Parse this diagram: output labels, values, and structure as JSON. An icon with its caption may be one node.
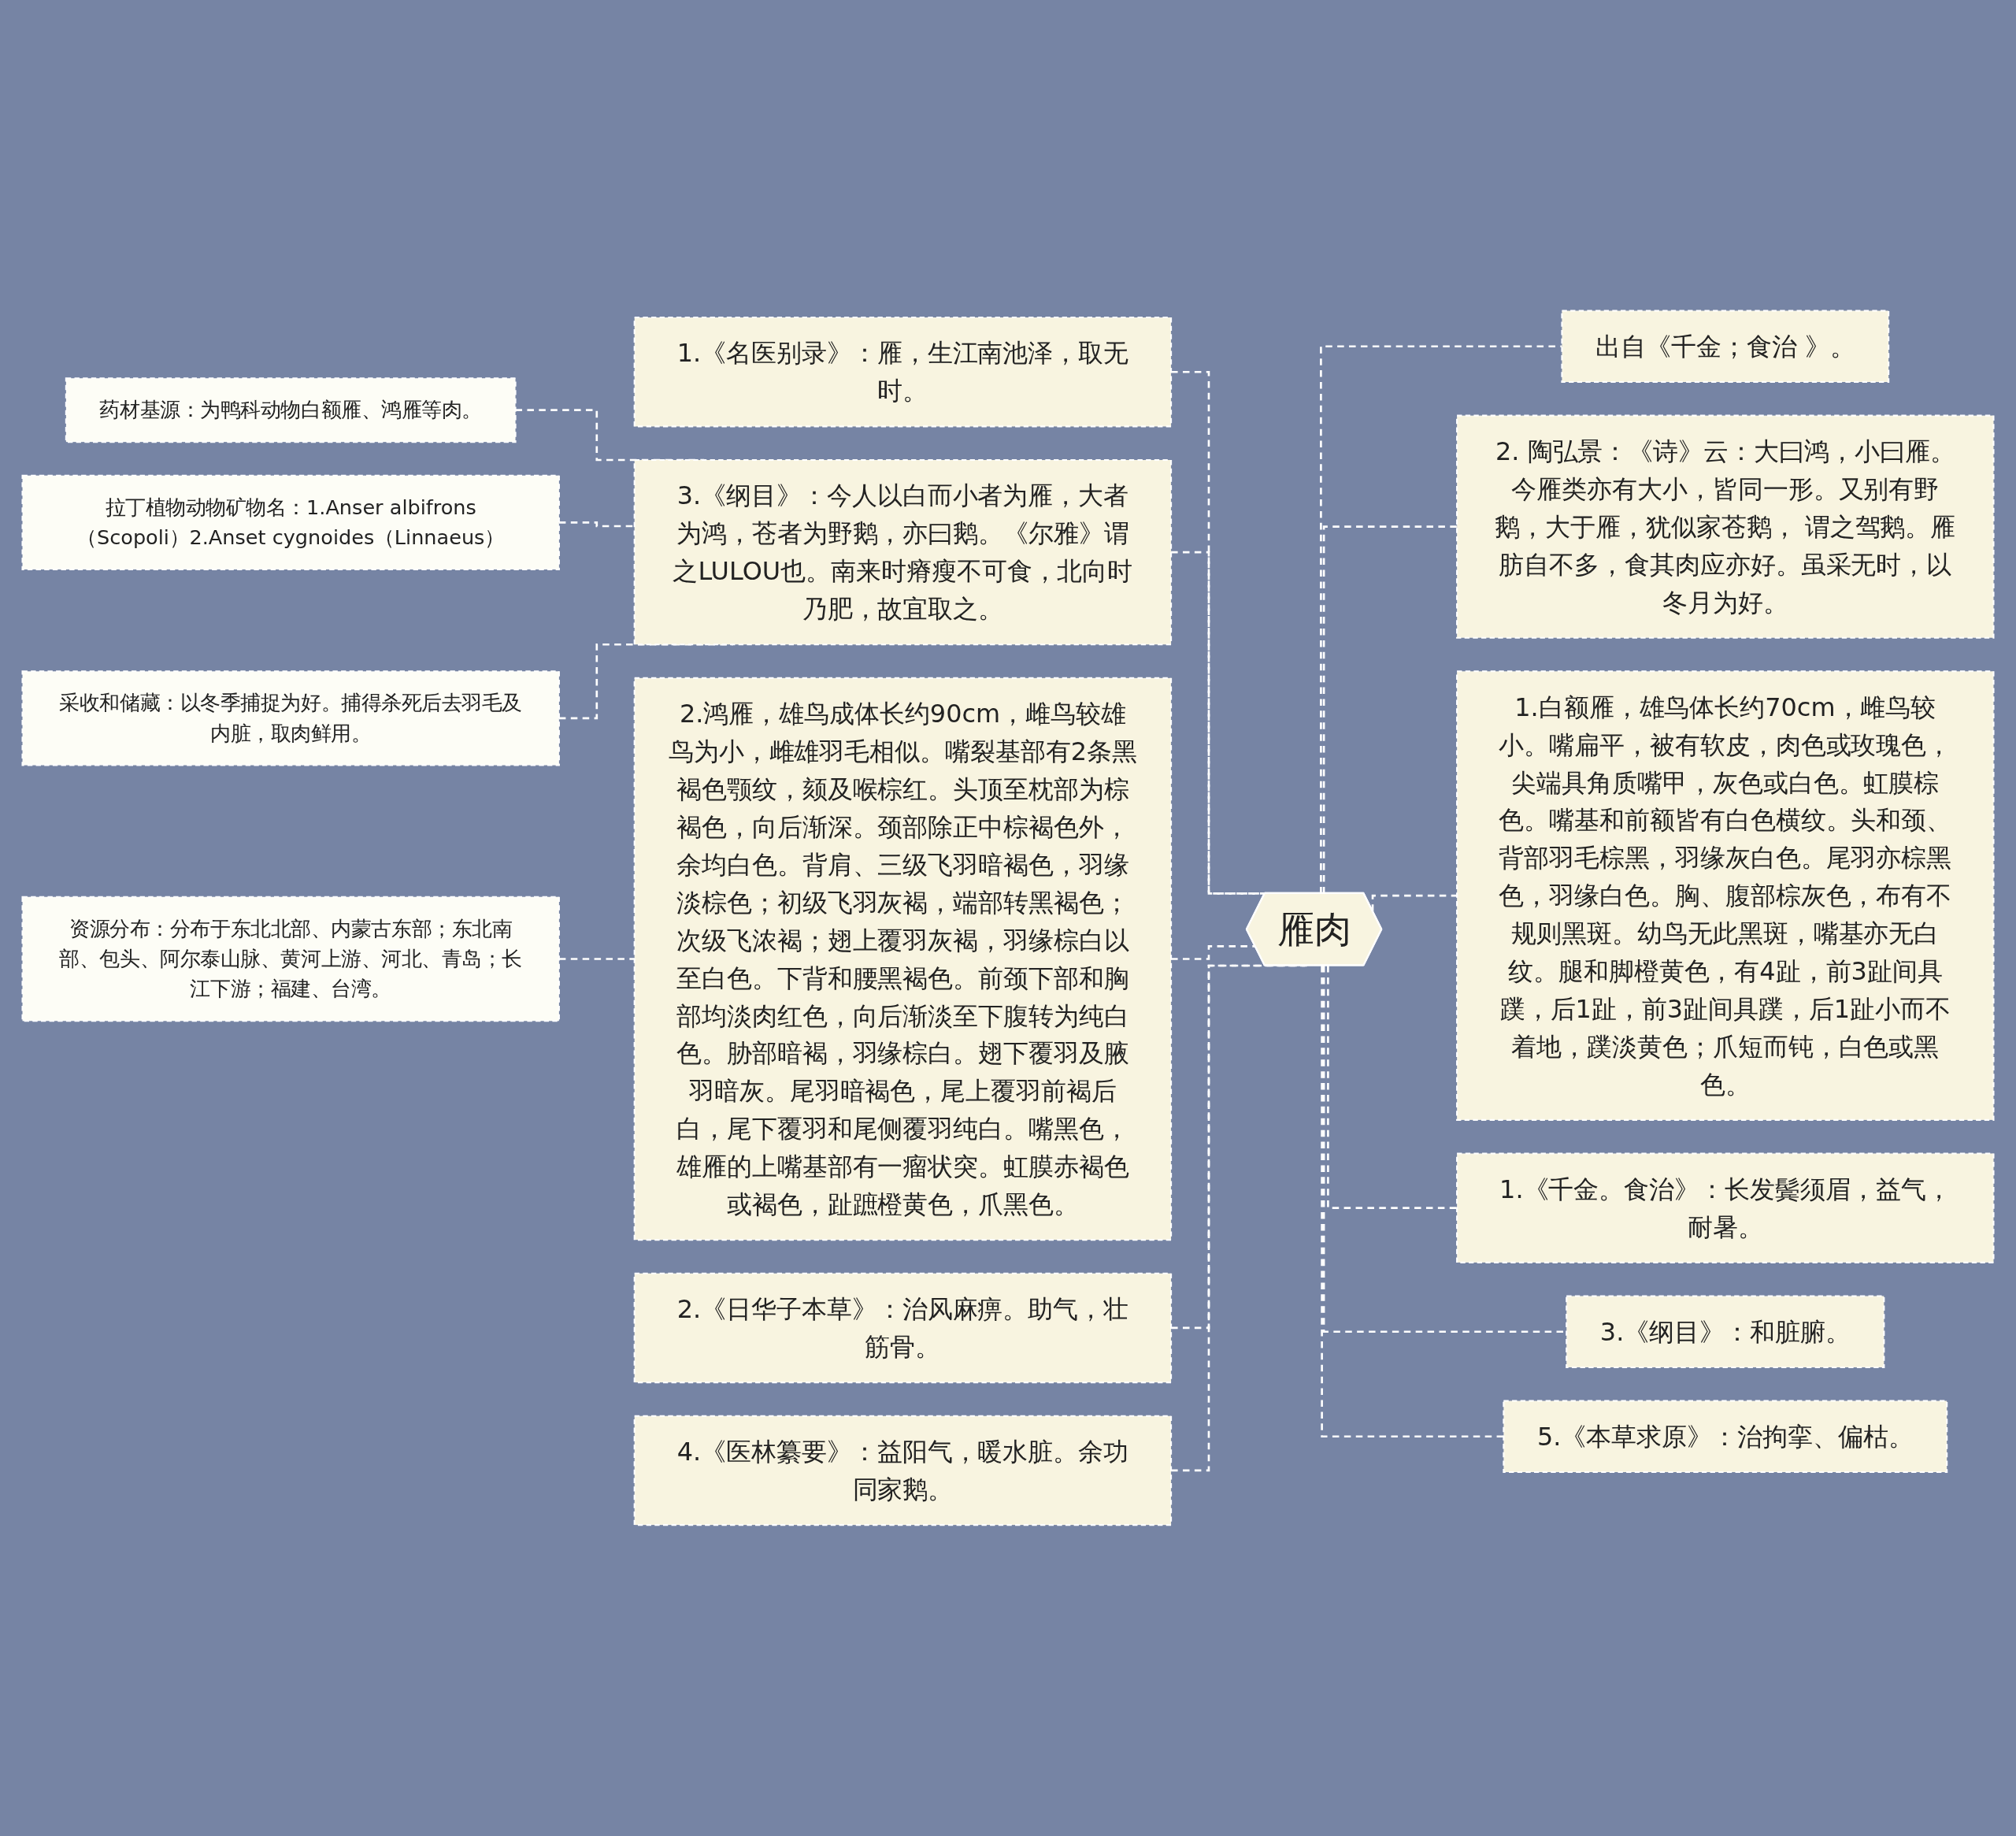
{
  "diagram": {
    "nodes": [
      {
        "text": [
          "雁肉"
        ]
      },
      {
        "text": [
          "1.《名医别录》：雁，生江南池泽，取无时。"
        ]
      },
      {
        "text": [
          "3.《纲目》：今人以白而小者为雁，大者为鸿，苍者为野鹅，亦曰鹅。《尔雅》谓之LULOU也。南来时瘠瘦不可食，北向时乃肥，故宜取之。"
        ]
      },
      {
        "text": [
          "2.鸿雁，雄鸟成体长约90cm，雌鸟较雄鸟为小，雌雄羽毛相似。嘴裂基部有2条黑褐色颚纹，颏及喉棕红。头顶至枕部为棕褐色，向后渐深。颈部除正中棕褐色外，余均白色。背肩、三级飞羽暗褐色，羽缘淡棕色；初级飞羽灰褐，端部转黑褐色；次级飞浓褐；翅上覆羽灰褐，羽缘棕白以至白色。下背和腰黑褐色。前颈下部和胸部均淡肉红色，向后渐淡至下腹转为纯白色。胁部暗褐，羽缘棕白。翅下覆羽及腋羽暗灰。尾羽暗褐色，尾上覆羽前褐后白，尾下覆羽和尾侧覆羽纯白。嘴黑色，雄雁的上嘴基部有一瘤状突。虹膜赤褐色或褐色，趾蹠橙黄色，爪黑色。"
        ]
      },
      {
        "text": [
          "2.《日华子本草》：治风麻痹。助气，壮筋骨。"
        ]
      },
      {
        "text": [
          "4.《医林纂要》：益阳气，暖水脏。余功同家鹅。"
        ]
      },
      {
        "text": [
          "药材基源：为鸭科动物白额雁、鸿雁等肉。"
        ]
      },
      {
        "text": [
          "拉丁植物动物矿物名：1.Anser albifrons（Scopoli）2.Anset cygnoides（Linnaeus）"
        ]
      },
      {
        "text": [
          "采收和储藏：以冬季捕捉为好。捕得杀死后去羽毛及内脏，取肉鲜用。"
        ]
      },
      {
        "text": [
          "资源分布：分布于东北北部、内蒙古东部；东北南部、包头、阿尔泰山脉、黄河上游、河北、青岛；长江下游；福建、台湾。"
        ]
      },
      {
        "text": [
          "出自《千金；食治 》。"
        ]
      },
      {
        "text": [
          "2. 陶弘景：《诗》云：大曰鸿，小曰雁。今雁类亦有大小，皆同一形。又别有野鹅，大于雁，犹似家苍鹅， 谓之驾鹅。雁肪自不多，食其肉应亦好。虽采无时，以冬月为好。"
        ]
      },
      {
        "text": [
          "1.白额雁，雄鸟体长约70cm，雌鸟较小。嘴扁平，被有软皮，肉色或玫瑰色，尖端具角质嘴甲，灰色或白色。虹膜棕色。嘴基和前额皆有白色横纹。头和颈、背部羽毛棕黑，羽缘灰白色。尾羽亦棕黑色，羽缘白色。胸、腹部棕灰色，布有不规则黑斑。幼鸟无此黑斑，嘴基亦无白纹。腿和脚橙黄色，有4趾，前3趾间具蹼，后1趾，前3趾间具蹼，后1趾小而不着地，蹼淡黄色；爪短而钝，白色或黑色。"
        ]
      },
      {
        "text": [
          "1.《千金。食治》：长发鬓须眉，益气，耐暑。"
        ]
      },
      {
        "text": [
          "3.《纲目》：和脏腑。"
        ]
      },
      {
        "text": [
          "5.《本草求原》：治拘挛、偏枯。"
        ]
      }
    ],
    "edges": [
      {
        "from": 6,
        "to": 2,
        "arrow": "none",
        "style": "dashed"
      },
      {
        "from": 7,
        "to": 2,
        "arrow": "none",
        "style": "dashed"
      },
      {
        "from": 8,
        "to": 2,
        "arrow": "none",
        "style": "dashed"
      },
      {
        "from": 9,
        "to": 3,
        "arrow": "none",
        "style": "dashed"
      },
      {
        "from": 1,
        "to": 0,
        "arrow": "none",
        "style": "dashed"
      },
      {
        "from": 2,
        "to": 0,
        "arrow": "none",
        "style": "dashed"
      },
      {
        "from": 3,
        "to": 0,
        "arrow": "none",
        "style": "dashed"
      },
      {
        "from": 4,
        "to": 0,
        "arrow": "none",
        "style": "dashed"
      },
      {
        "from": 5,
        "to": 0,
        "arrow": "none",
        "style": "dashed"
      },
      {
        "from": 0,
        "to": 10,
        "arrow": "none",
        "style": "dashed"
      },
      {
        "from": 0,
        "to": 11,
        "arrow": "none",
        "style": "dashed"
      },
      {
        "from": 0,
        "to": 12,
        "arrow": "none",
        "style": "dashed"
      },
      {
        "from": 0,
        "to": 13,
        "arrow": "none",
        "style": "dashed"
      },
      {
        "from": 0,
        "to": 14,
        "arrow": "none",
        "style": "dashed"
      },
      {
        "from": 0,
        "to": 15,
        "arrow": "none",
        "style": "dashed"
      }
    ]
  }
}
